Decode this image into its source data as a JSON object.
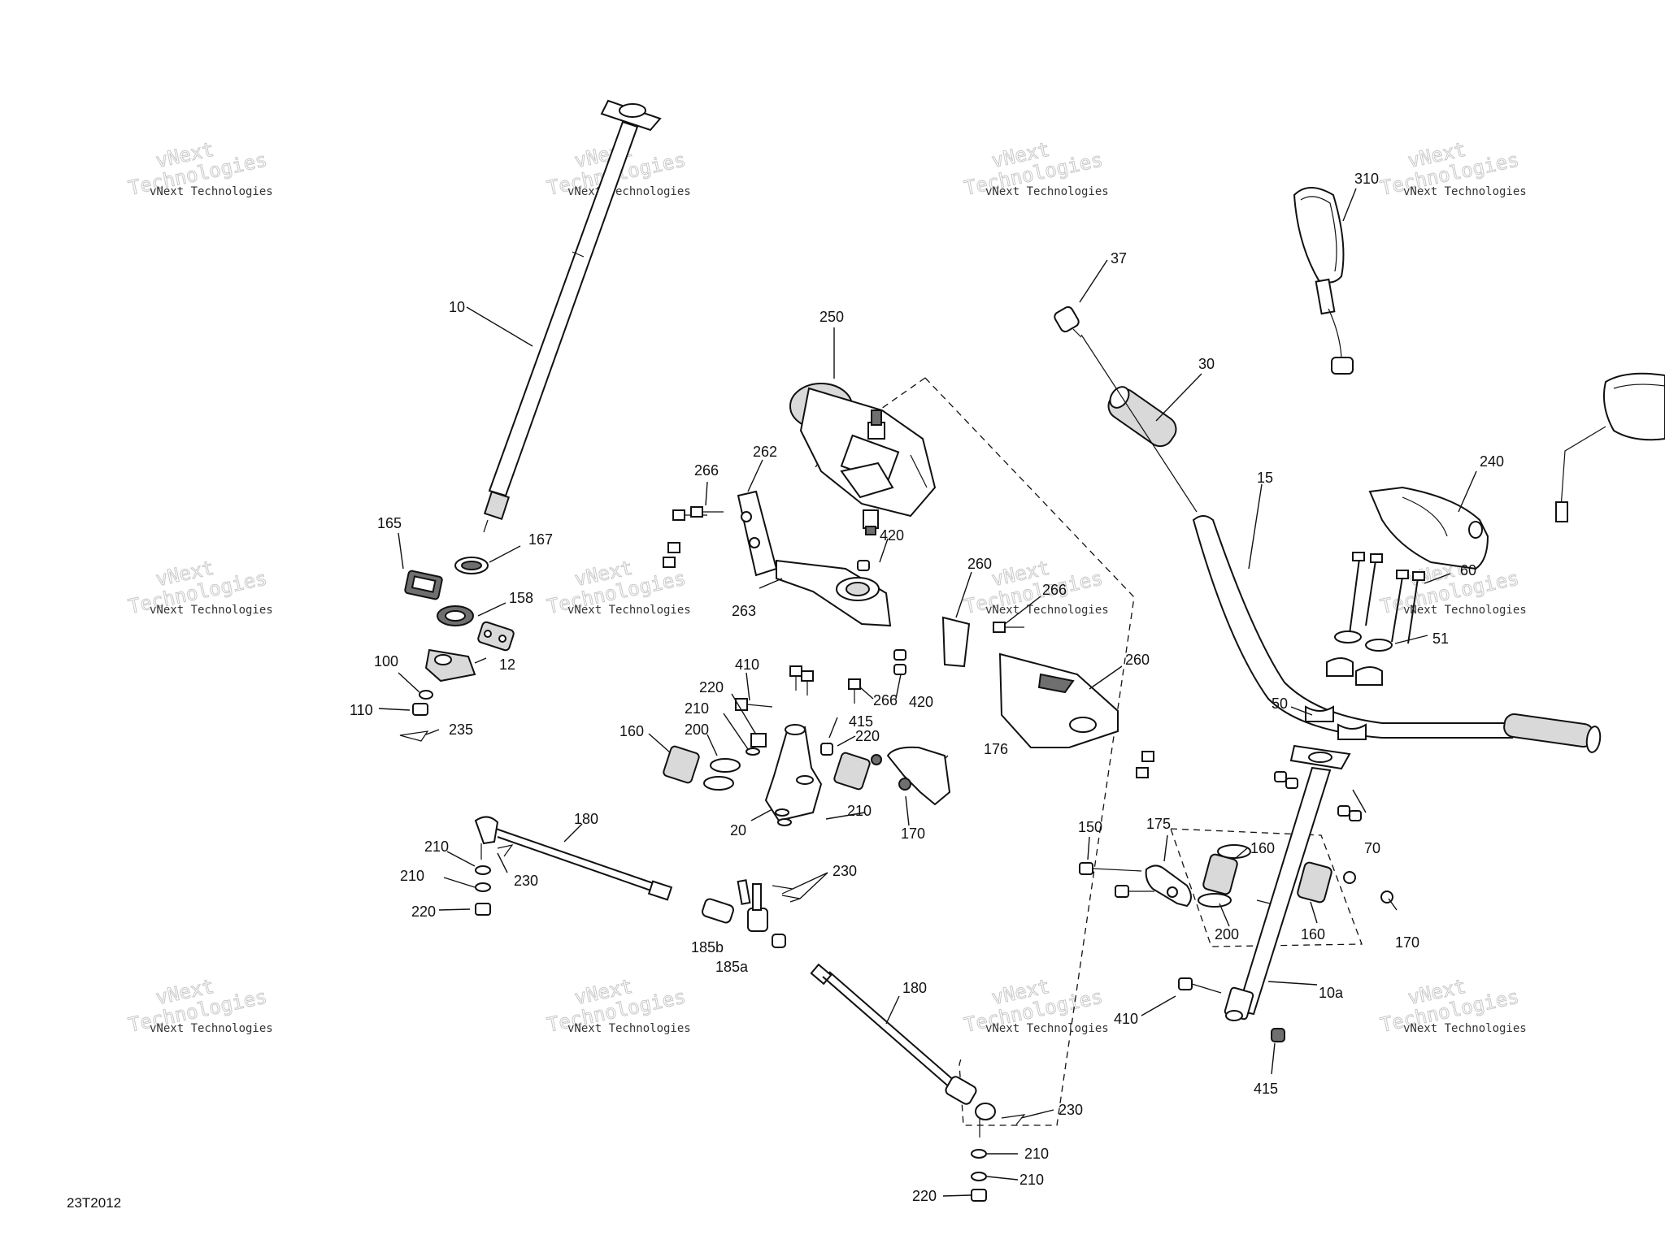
{
  "reference_code": "23T2012",
  "watermark": {
    "line1": "vNext",
    "line2": "Technologies",
    "small": "vNext Technologies"
  },
  "labels": {
    "l10": "10",
    "l10a": "10a",
    "l12": "12",
    "l15": "15",
    "l20": "20",
    "l30": "30",
    "l37": "37",
    "l50": "50",
    "l51": "51",
    "l60": "60",
    "l70": "70",
    "l100": "100",
    "l110": "110",
    "l150": "150",
    "l158": "158",
    "l160a": "160",
    "l160b": "160",
    "l160c": "160",
    "l165": "165",
    "l167": "167",
    "l170a": "170",
    "l170b": "170",
    "l175": "175",
    "l176": "176",
    "l180a": "180",
    "l180b": "180",
    "l185a": "185a",
    "l185b": "185b",
    "l200a": "200",
    "l200b": "200",
    "l210a": "210",
    "l210b": "210",
    "l210c": "210",
    "l210d": "210",
    "l210e": "210",
    "l210f": "210",
    "l220a": "220",
    "l220b": "220",
    "l220c": "220",
    "l220d": "220",
    "l230a": "230",
    "l230b": "230",
    "l230c": "230",
    "l235": "235",
    "l240": "240",
    "l250": "250",
    "l260a": "260",
    "l260b": "260",
    "l262": "262",
    "l263": "263",
    "l266a": "266",
    "l266b": "266",
    "l266c": "266",
    "l310": "310",
    "l410a": "410",
    "l410b": "410",
    "l415a": "415",
    "l415b": "415",
    "l420a": "420",
    "l420b": "420"
  }
}
